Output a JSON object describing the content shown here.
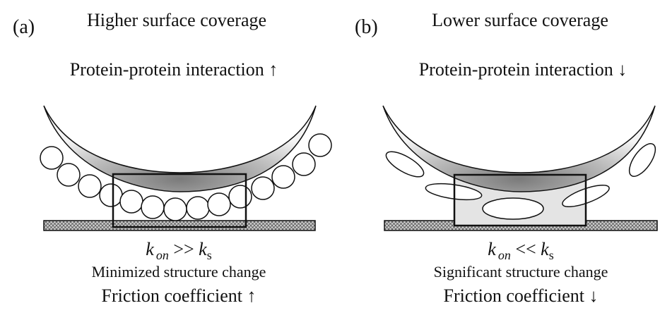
{
  "panels": [
    {
      "id": "a",
      "label": "(a)",
      "title": "Higher surface coverage",
      "interaction": "Protein-protein interaction ↑",
      "rate_k": "k",
      "rate_on": "on",
      "rate_op": " >> ",
      "rate_ks": "k",
      "rate_s": "s",
      "structure": "Minimized structure change",
      "friction": "Friction coefficient ↑"
    },
    {
      "id": "b",
      "label": "(b)",
      "title": "Lower surface coverage",
      "interaction": "Protein-protein interaction ↓",
      "rate_k": "k",
      "rate_on": "on",
      "rate_op": " << ",
      "rate_ks": "k",
      "rate_s": "s",
      "structure": "Significant structure change",
      "friction": "Friction coefficient ↓"
    }
  ],
  "colors": {
    "ink": "#111111",
    "curve_dark": "#7a7a7a",
    "curve_light": "#f4f4f4",
    "substrate": "#bdbdbd",
    "contact_box_fill_b": "#e4e4e4"
  }
}
